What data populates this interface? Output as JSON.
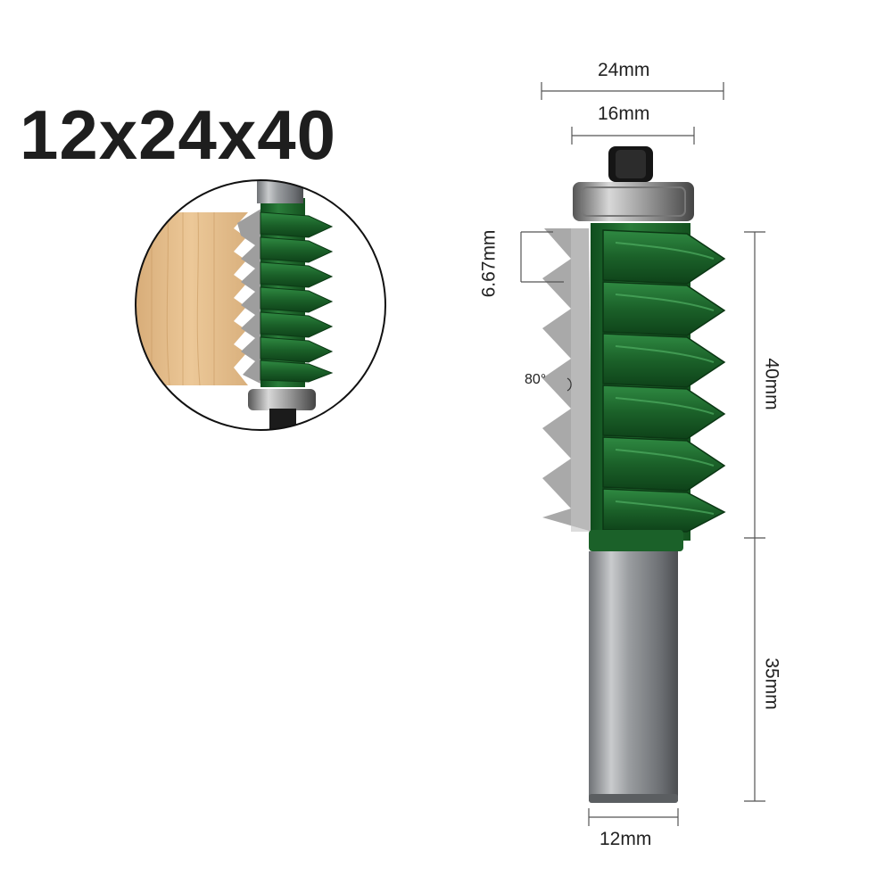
{
  "title": "12x24x40",
  "dimensions": {
    "top_outer_width": "24mm",
    "bearing_width": "16mm",
    "tooth_pitch": "6.67mm",
    "angle": "80°",
    "cutting_length": "40mm",
    "shank_length": "35mm",
    "shank_diameter": "12mm"
  },
  "colors": {
    "cutter_green": "#1f6b2f",
    "carbide_gray": "#a8a8a8",
    "shank_gray": "#8a8d90",
    "wood": "#e0b98a"
  }
}
